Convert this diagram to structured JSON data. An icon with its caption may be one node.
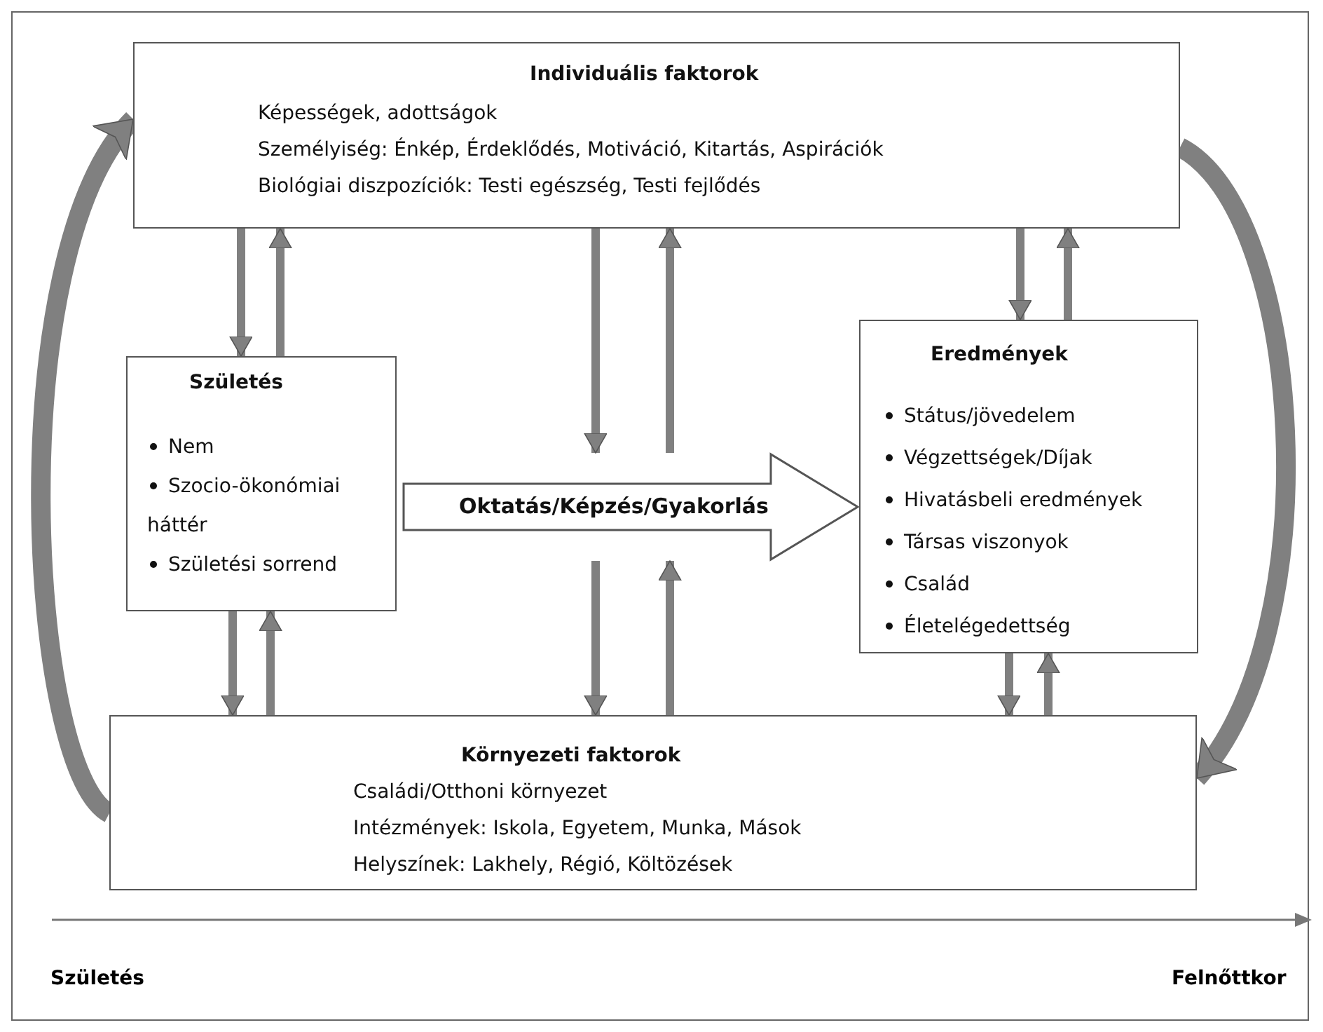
{
  "diagram": {
    "nodes": [
      {
        "text": [
          "Individuális faktorok",
          "Képességek, adottságok",
          "Személyiség: Énkép, Érdeklődés, Motiváció, Kitartás, Aspirációk",
          "Biológiai diszpozíciók: Testi egészség, Testi fejlődés"
        ]
      },
      {
        "text": [
          "Születés",
          "Nem",
          "Szocio-ökonómiai háttér",
          "Születési sorrend"
        ]
      },
      {
        "text": [
          "Oktatás/Képzés/Gyakorlás"
        ]
      },
      {
        "text": [
          "Eredmények",
          "Státus/jövedelem",
          "Végzettségek/Díjak",
          "Hivatásbeli eredmények",
          "Társas viszonyok",
          "Család",
          "Életelégedettség"
        ]
      },
      {
        "text": [
          "Környezeti faktorok",
          "Családi/Otthoni környezet",
          "Intézmények: Iskola, Egyetem, Munka, Mások",
          "Helyszínek: Lakhely, Régió, Költözések"
        ]
      }
    ],
    "edges": [
      {
        "from": 0,
        "to": 1,
        "arrow": "to"
      },
      {
        "from": 1,
        "to": 0,
        "arrow": "to"
      },
      {
        "from": 0,
        "to": 2,
        "arrow": "to"
      },
      {
        "from": 2,
        "to": 0,
        "arrow": "to"
      },
      {
        "from": 0,
        "to": 3,
        "arrow": "to"
      },
      {
        "from": 3,
        "to": 0,
        "arrow": "to"
      },
      {
        "from": 1,
        "to": 4,
        "arrow": "to"
      },
      {
        "from": 4,
        "to": 1,
        "arrow": "to"
      },
      {
        "from": 2,
        "to": 4,
        "arrow": "to"
      },
      {
        "from": 4,
        "to": 2,
        "arrow": "to"
      },
      {
        "from": 3,
        "to": 4,
        "arrow": "to"
      },
      {
        "from": 4,
        "to": 3,
        "arrow": "to"
      },
      {
        "from": 4,
        "to": 0,
        "arrow": "to",
        "style": "thick"
      },
      {
        "from": 0,
        "to": 4,
        "arrow": "to",
        "style": "thick"
      },
      {
        "from": 1,
        "to": 3,
        "arrow": "to",
        "style": "thick"
      }
    ],
    "labels": [
      "Születés",
      "Felnőttkor"
    ]
  }
}
